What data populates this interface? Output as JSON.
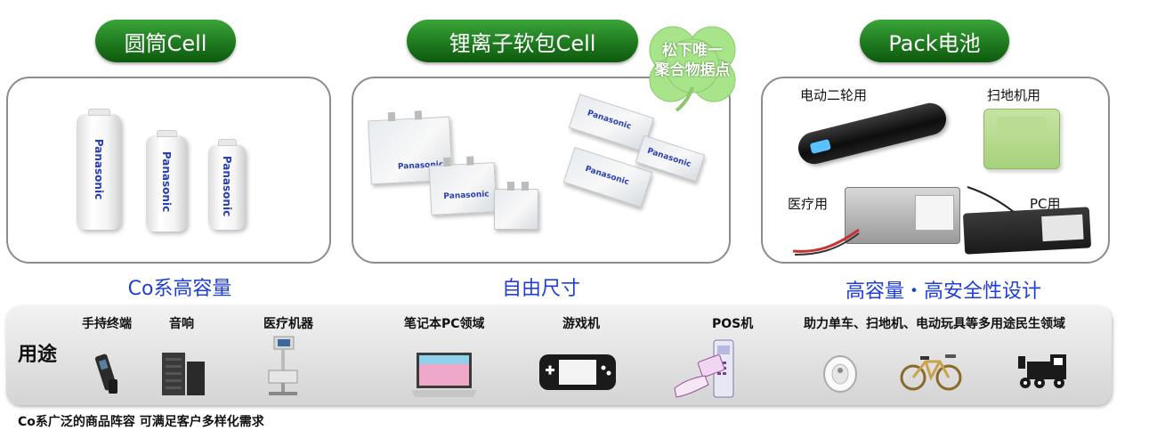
{
  "categories": [
    {
      "title": "圆筒Cell",
      "feature": "Co系高容量"
    },
    {
      "title": "锂离子软包Cell",
      "feature": "自由尺寸"
    },
    {
      "title": "Pack电池",
      "feature": "高容量・高安全性设计"
    }
  ],
  "badge": {
    "line1": "松下唯一",
    "line2": "聚合物据点"
  },
  "cylinder_cells": {
    "brand": "Panasonic"
  },
  "pouch_cells": {
    "brand": "Panasonic"
  },
  "pack_items": [
    "电动二轮用",
    "扫地机用",
    "医疗用",
    "PC用"
  ],
  "usage": {
    "title": "用途",
    "items": [
      "手持终端",
      "音响",
      "医疗机器",
      "笔记本PC领域",
      "游戏机",
      "POS机",
      "助力单车、扫地机、电动玩具等多用途民生领域"
    ]
  },
  "footer": "Co系广泛的商品阵容 可满足客户多样化需求",
  "colors": {
    "pill": "#1f7a1f",
    "feature_text": "#1f3fd6",
    "clover": "#9be07a"
  }
}
